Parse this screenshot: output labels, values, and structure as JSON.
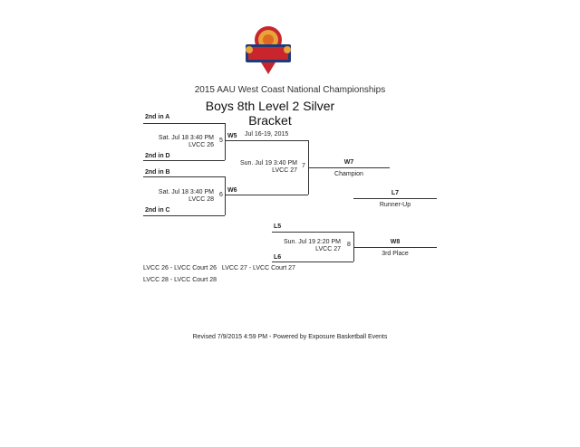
{
  "logo": {
    "alt_text": "NATIONAL BASKETBALL CHAMPIONSHIP",
    "colors": {
      "red": "#c8262c",
      "blue": "#1f3a7a",
      "gold": "#e8a33a",
      "orange": "#e06a1f"
    }
  },
  "header": {
    "subtitle": "2015 AAU West Coast National Championships",
    "title_line1": "Boys 8th Level 2 Silver",
    "title_line2": "Bracket",
    "dates": "Jul 16-19, 2015"
  },
  "bracket": {
    "seeds": {
      "a": "2nd in A",
      "d": "2nd in D",
      "b": "2nd in B",
      "c": "2nd in C"
    },
    "game5": {
      "time": "Sat. Jul 18 3:40 PM",
      "court": "LVCC 26",
      "number": "5",
      "winner_label": "W5"
    },
    "game6": {
      "time": "Sat. Jul 18 3:40 PM",
      "court": "LVCC 28",
      "number": "6",
      "winner_label": "W6"
    },
    "game7": {
      "time": "Sun. Jul 19 3:40 PM",
      "court": "LVCC 27",
      "number": "7",
      "winner_label": "W7",
      "result": "Champion"
    },
    "runner_up": {
      "label": "L7",
      "result": "Runner-Up"
    },
    "game8": {
      "top": "L5",
      "bottom": "L6",
      "time": "Sun. Jul 19 2:20 PM",
      "court": "LVCC 27",
      "number": "8",
      "winner_label": "W8",
      "result": "3rd Place"
    }
  },
  "courts": {
    "line1": "LVCC 26 - LVCC Court 26   LVCC 27 - LVCC Court 27",
    "line2": "LVCC 28 - LVCC Court 28"
  },
  "footer": {
    "revised": "Revised 7/9/2015 4:59 PM - Powered by Exposure Basketball Events"
  }
}
